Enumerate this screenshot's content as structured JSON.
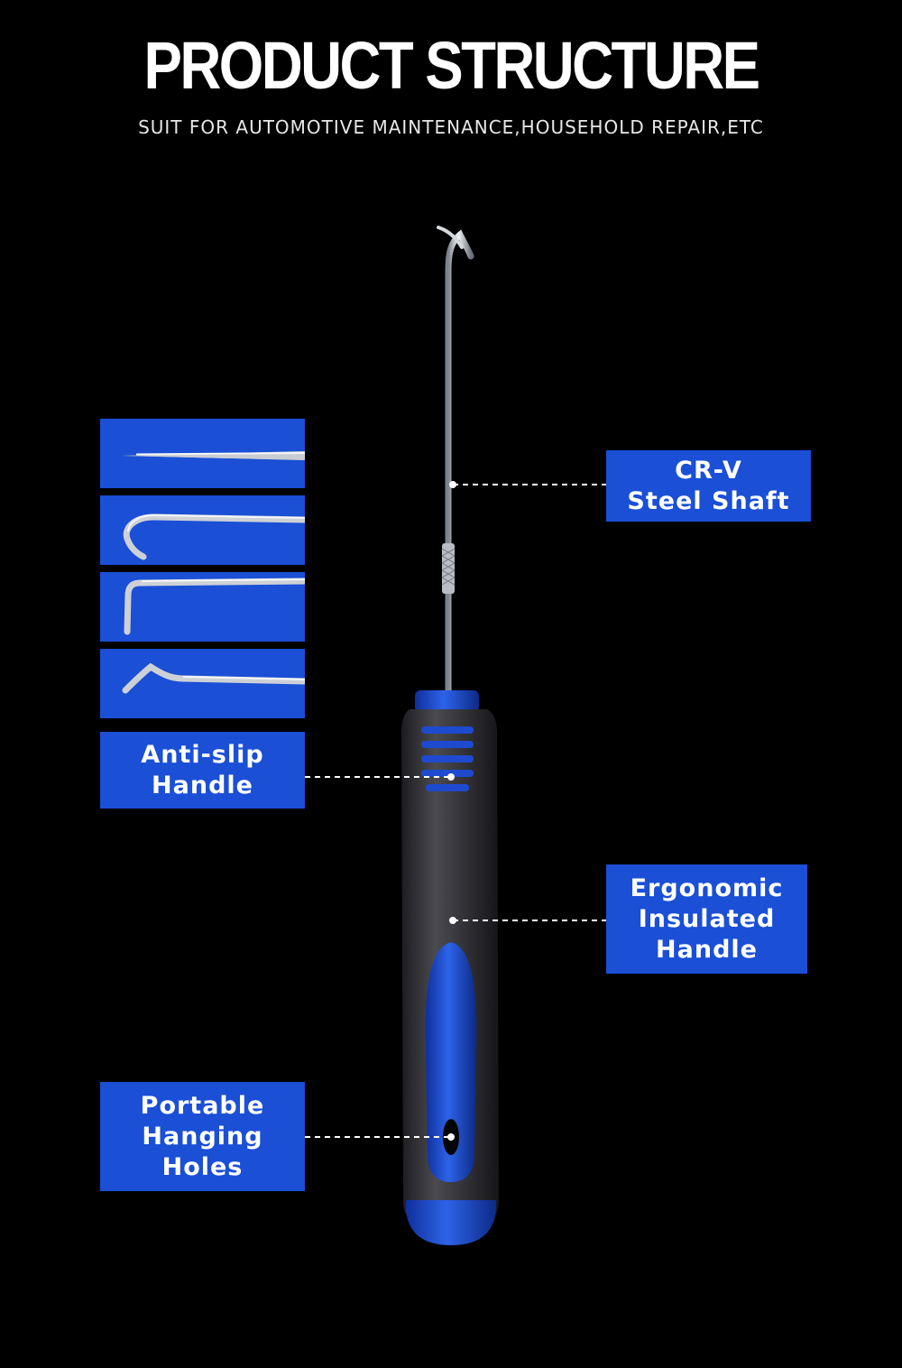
{
  "header": {
    "title": "PRODUCT STRUCTURE",
    "subtitle": "SUIT FOR AUTOMOTIVE MAINTENANCE,HOUSEHOLD REPAIR,ETC"
  },
  "callouts": {
    "shaft": [
      "CR-V",
      "Steel Shaft"
    ],
    "anti_slip": [
      "Anti-slip",
      "Handle"
    ],
    "ergonomic": [
      "Ergonomic",
      "Insulated",
      "Handle"
    ],
    "hanging": [
      "Portable",
      "Hanging",
      "Holes"
    ]
  },
  "tip_variants": [
    "straight-pick-tip",
    "full-hook-tip",
    "90-degree-tip",
    "angled-hook-tip"
  ],
  "colors": {
    "background": "#000000",
    "accent_blue": "#1a4fd6",
    "handle_black": "#2a2a2e",
    "steel": "#c9cdd2"
  }
}
